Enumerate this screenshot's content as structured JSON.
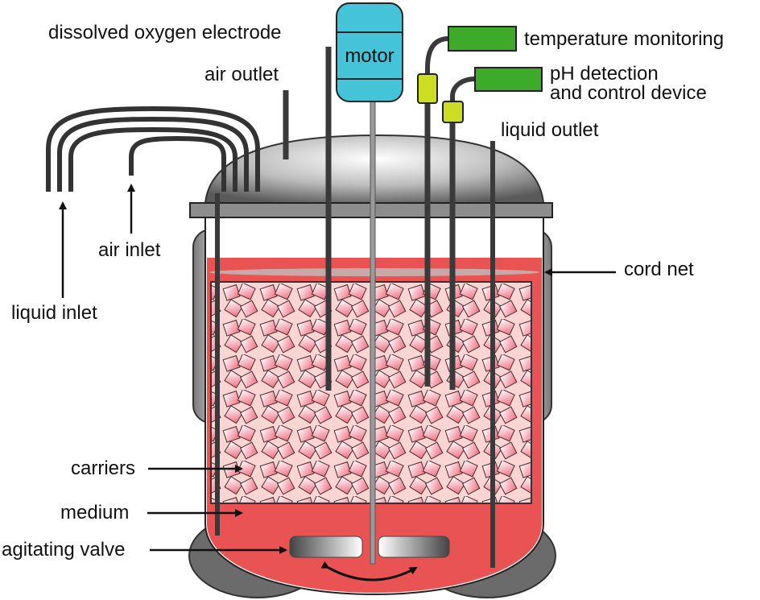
{
  "diagram": {
    "labels": {
      "dissolved_oxygen_electrode": "dissolved oxygen electrode",
      "motor": "motor",
      "temperature_monitoring": "temperature monitoring",
      "ph_detection_line1": "pH detection",
      "ph_detection_line2": "and control device",
      "air_outlet": "air outlet",
      "liquid_outlet": "liquid outlet",
      "air_inlet": "air inlet",
      "liquid_inlet": "liquid inlet",
      "cord_net": "cord net",
      "carriers": "carriers",
      "medium": "medium",
      "agitating_valve": "agitating valve"
    },
    "colors": {
      "motor": "#45c3d9",
      "sensor_box": "#3daa2c",
      "sensor_plug": "#ccdd22",
      "medium": "#ea5354",
      "carrier_zone": "#fbd4d4",
      "carrier_tile": "#f47b8a",
      "vessel_dark": "#555555",
      "pipe": "#3a3a3a"
    }
  }
}
